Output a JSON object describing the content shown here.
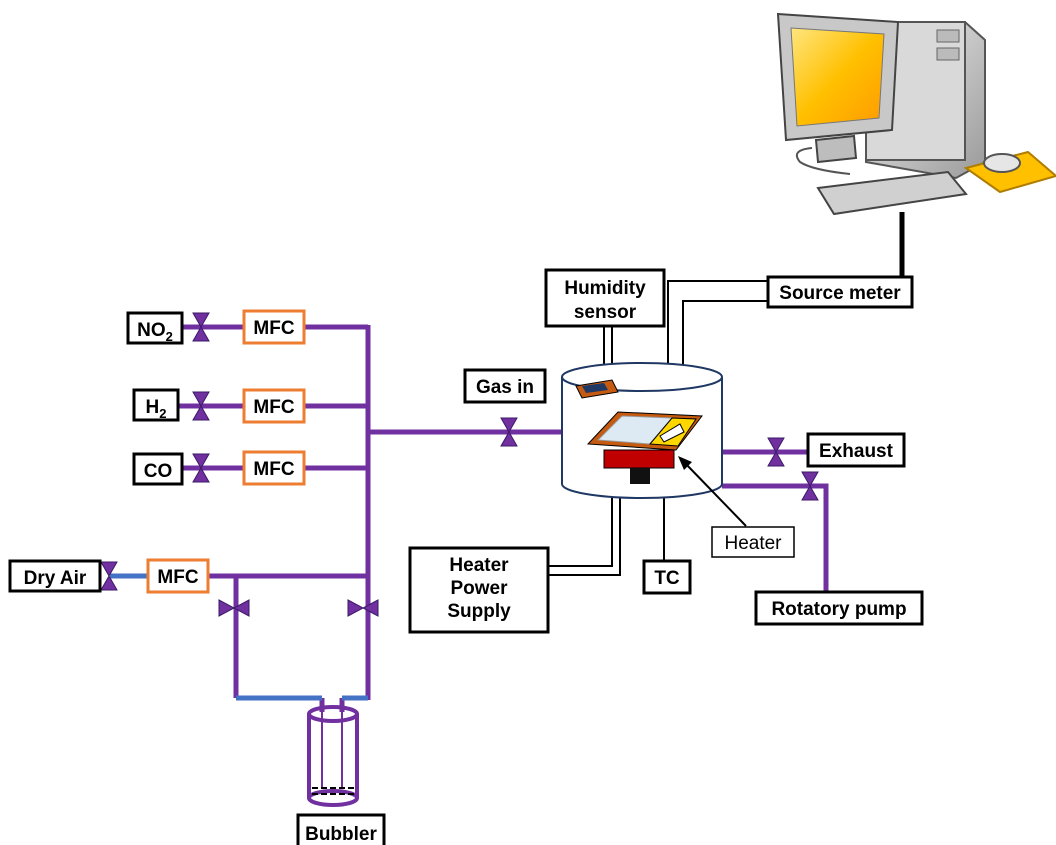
{
  "labels": {
    "no2": {
      "main": "NO",
      "sub": "2"
    },
    "h2": {
      "main": "H",
      "sub": "2"
    },
    "co": "CO",
    "dry_air": "Dry Air",
    "mfc": "MFC",
    "bubbler": "Bubbler",
    "gas_in": "Gas in",
    "humidity_sensor": [
      "Humidity",
      "sensor"
    ],
    "source_meter": "Source meter",
    "exhaust": "Exhaust",
    "heater": "Heater",
    "tc": "TC",
    "heater_power_supply": [
      "Heater",
      "Power",
      "Supply"
    ],
    "rotatory_pump": "Rotatory pump"
  },
  "colors": {
    "pipe": "#7030a0",
    "pipe_blue": "#4472c4",
    "valve": "#7030a0",
    "mfc_border": "#ed7d31",
    "heater_block": "#c00000",
    "substrate": "#c55a11",
    "sensor_pad": "#ffd700",
    "monitor_screen": "#ffc000"
  }
}
